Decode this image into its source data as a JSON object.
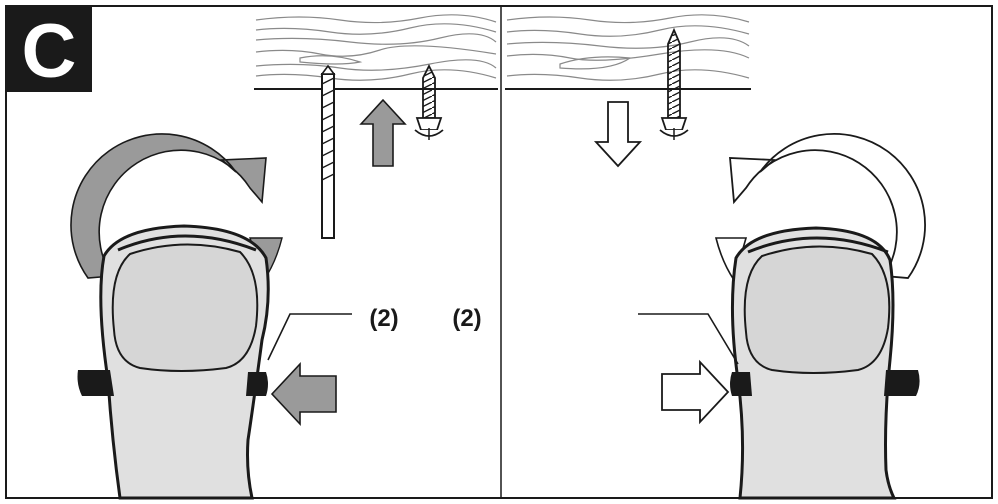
{
  "figure": {
    "badge": "C",
    "callout_left": "(2)",
    "callout_right": "(2)"
  },
  "colors": {
    "outline": "#1a1a1a",
    "gray_fill": "#9a9a9a",
    "body_fill": "#e0e0e0",
    "head_fill": "#d6d6d6",
    "wood_line": "#8a8a8a",
    "background": "#ffffff",
    "badge_bg": "#1a1a1a",
    "badge_text": "#ffffff"
  },
  "panels": {
    "left": {
      "rotation": "clockwise",
      "rotation_arrow_style": "filled-gray",
      "motion": "drill-in",
      "direction_switch": "pushed-from-right",
      "items": [
        "drill-bit",
        "screw"
      ]
    },
    "right": {
      "rotation": "counter-clockwise",
      "rotation_arrow_style": "outline",
      "motion": "screw-out",
      "direction_switch": "pushed-from-left",
      "items": [
        "screw"
      ]
    }
  }
}
